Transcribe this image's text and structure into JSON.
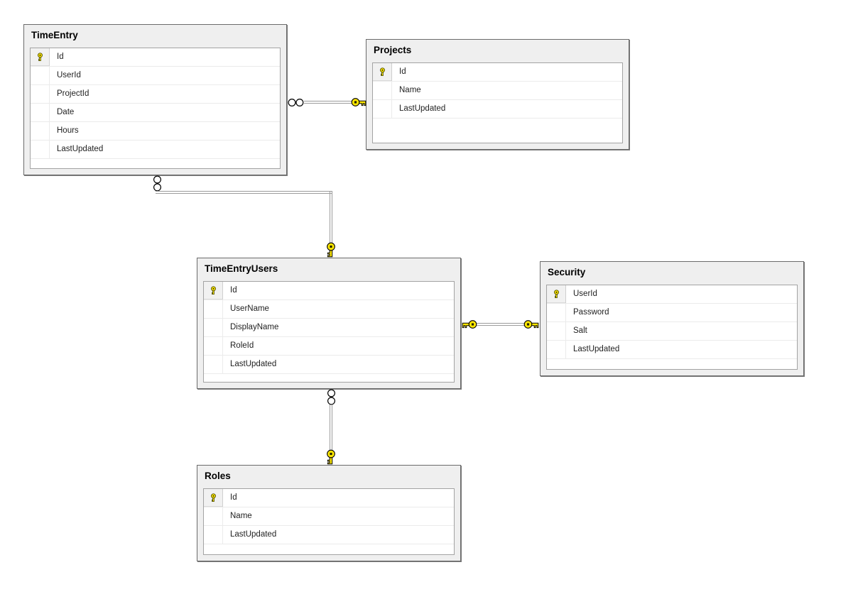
{
  "diagram": {
    "type": "database-entity-relationship-diagram",
    "tables": [
      {
        "title": "TimeEntry",
        "fields": [
          {
            "name": "Id",
            "pk": true
          },
          {
            "name": "UserId",
            "pk": false
          },
          {
            "name": "ProjectId",
            "pk": false
          },
          {
            "name": "Date",
            "pk": false
          },
          {
            "name": "Hours",
            "pk": false
          },
          {
            "name": "LastUpdated",
            "pk": false
          }
        ]
      },
      {
        "title": "Projects",
        "fields": [
          {
            "name": "Id",
            "pk": true
          },
          {
            "name": "Name",
            "pk": false
          },
          {
            "name": "LastUpdated",
            "pk": false
          }
        ]
      },
      {
        "title": "TimeEntryUsers",
        "fields": [
          {
            "name": "Id",
            "pk": true
          },
          {
            "name": "UserName",
            "pk": false
          },
          {
            "name": "DisplayName",
            "pk": false
          },
          {
            "name": "RoleId",
            "pk": false
          },
          {
            "name": "LastUpdated",
            "pk": false
          }
        ]
      },
      {
        "title": "Security",
        "fields": [
          {
            "name": "UserId",
            "pk": true
          },
          {
            "name": "Password",
            "pk": false
          },
          {
            "name": "Salt",
            "pk": false
          },
          {
            "name": "LastUpdated",
            "pk": false
          }
        ]
      },
      {
        "title": "Roles",
        "fields": [
          {
            "name": "Id",
            "pk": true
          },
          {
            "name": "Name",
            "pk": false
          },
          {
            "name": "LastUpdated",
            "pk": false
          }
        ]
      }
    ],
    "relations": [
      {
        "from": "TimeEntry",
        "to": "Projects",
        "from_cardinality": "many",
        "to_cardinality": "one"
      },
      {
        "from": "TimeEntry",
        "to": "TimeEntryUsers",
        "from_cardinality": "many",
        "to_cardinality": "one"
      },
      {
        "from": "TimeEntryUsers",
        "to": "Security",
        "from_cardinality": "one",
        "to_cardinality": "one"
      },
      {
        "from": "TimeEntryUsers",
        "to": "Roles",
        "from_cardinality": "many",
        "to_cardinality": "one"
      }
    ],
    "colors": {
      "table_bg": "#efefef",
      "table_border": "#6b6b6b",
      "grid_border": "#a3a3a3",
      "row_separator": "#ebebeb",
      "key_yellow": "#ffe800",
      "line_gray": "#9b9b9b",
      "canvas_bg": "#ffffff"
    }
  }
}
